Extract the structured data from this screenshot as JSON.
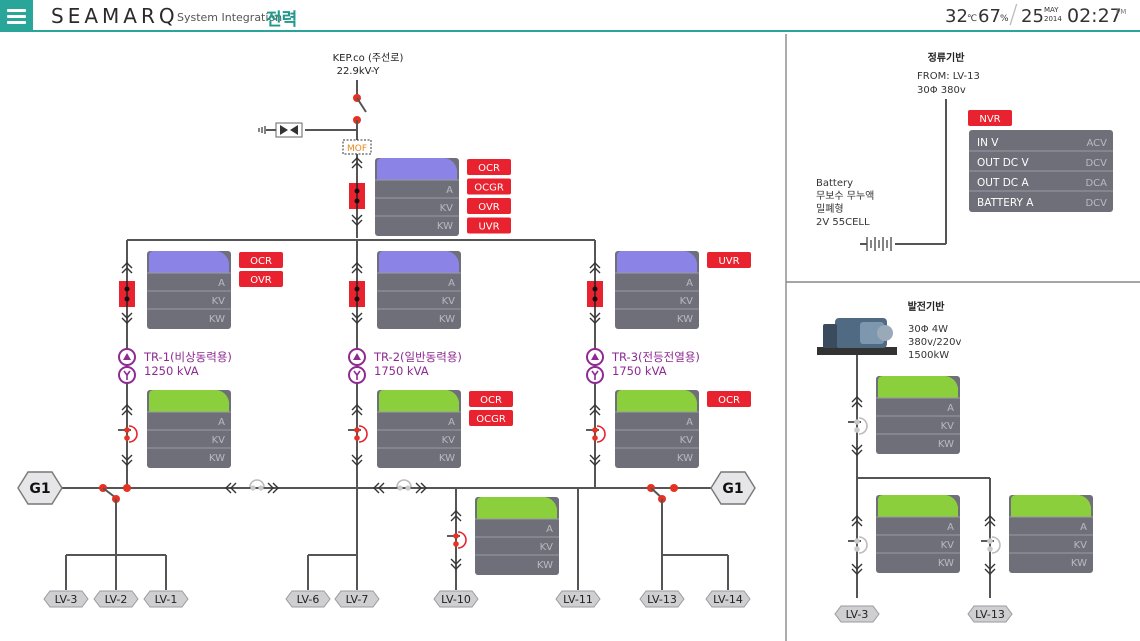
{
  "header": {
    "logo": "SEAMARQ",
    "subtitle": "System Integration",
    "title": "전력",
    "temperature": "32",
    "temperature_unit": "℃",
    "humidity": "67",
    "humidity_unit": "%",
    "day": "25",
    "month": "MAY",
    "year": "2014",
    "time": "02:27",
    "ampm": "PM"
  },
  "colors": {
    "accent": "#2aa59a",
    "alarm": "#e8222e",
    "panel_blue": "#8c83e6",
    "panel_green": "#8ccf3c",
    "panel_body": "#6e6f78",
    "transformer": "#8e2a92",
    "line": "#555555",
    "node": "#e53222"
  },
  "icons": {
    "menu": "hamburger-menu-icon",
    "breaker": "circuit-breaker-icon",
    "transformer": "transformer-icon",
    "switch": "disconnect-switch-icon",
    "diode": "diode-icon",
    "ground": "ground-icon",
    "battery": "battery-icon",
    "generator": "generator-engine-icon"
  },
  "main": {
    "source": {
      "name": "KEP.co (주선로)",
      "voltage": "22.9kV-Y"
    },
    "mof": "MOF",
    "main_panel": {
      "rows": [
        "A",
        "KV",
        "KW"
      ],
      "alarms": [
        "OCR",
        "OCGR",
        "OVR",
        "UVR"
      ]
    },
    "transformers": [
      {
        "name": "TR-1(비상동력용)",
        "capacity": "1250 kVA",
        "upper_rows": [
          "A",
          "KV",
          "KW"
        ],
        "upper_alarms": [
          "OCR",
          "OVR"
        ],
        "lower_rows": [
          "A",
          "KV",
          "KW"
        ],
        "lower_alarms": []
      },
      {
        "name": "TR-2(일반동력용)",
        "capacity": "1750 kVA",
        "upper_rows": [
          "A",
          "KV",
          "KW"
        ],
        "upper_alarms": [],
        "lower_rows": [
          "A",
          "KV",
          "KW"
        ],
        "lower_alarms": [
          "OCR",
          "OCGR"
        ]
      },
      {
        "name": "TR-3(전등전열용)",
        "capacity": "1750 kVA",
        "upper_rows": [
          "A",
          "KV",
          "KW"
        ],
        "upper_alarms": [
          "UVR"
        ],
        "lower_rows": [
          "A",
          "KV",
          "KW"
        ],
        "lower_alarms": [
          "OCR"
        ]
      }
    ],
    "generators": [
      "G1",
      "G1"
    ],
    "feeder_panel": {
      "rows": [
        "A",
        "KV",
        "KW"
      ]
    },
    "loads": [
      "LV-3",
      "LV-2",
      "LV-1",
      "LV-6",
      "LV-7",
      "LV-10",
      "LV-11",
      "LV-13",
      "LV-14"
    ]
  },
  "dc_board": {
    "title": "정류기반",
    "from": "FROM: LV-13",
    "spec": "30Φ 380v",
    "alarm": "NVR",
    "rows": [
      {
        "label": "IN V",
        "unit": "ACV"
      },
      {
        "label": "OUT DC V",
        "unit": "DCV"
      },
      {
        "label": "OUT DC A",
        "unit": "DCA"
      },
      {
        "label": "BATTERY A",
        "unit": "DCV"
      }
    ],
    "battery": [
      "Battery",
      "무보수 무누액",
      "밀폐형",
      "2V 55CELL"
    ]
  },
  "gen_board": {
    "title": "발전기반",
    "spec": [
      "30Φ 4W",
      "380v/220v",
      "1500kW"
    ],
    "panels": [
      {
        "rows": [
          "A",
          "KV",
          "KW"
        ]
      },
      {
        "rows": [
          "A",
          "KV",
          "KW"
        ]
      },
      {
        "rows": [
          "A",
          "KV",
          "KW"
        ]
      }
    ],
    "loads": [
      "LV-3",
      "LV-13"
    ]
  }
}
